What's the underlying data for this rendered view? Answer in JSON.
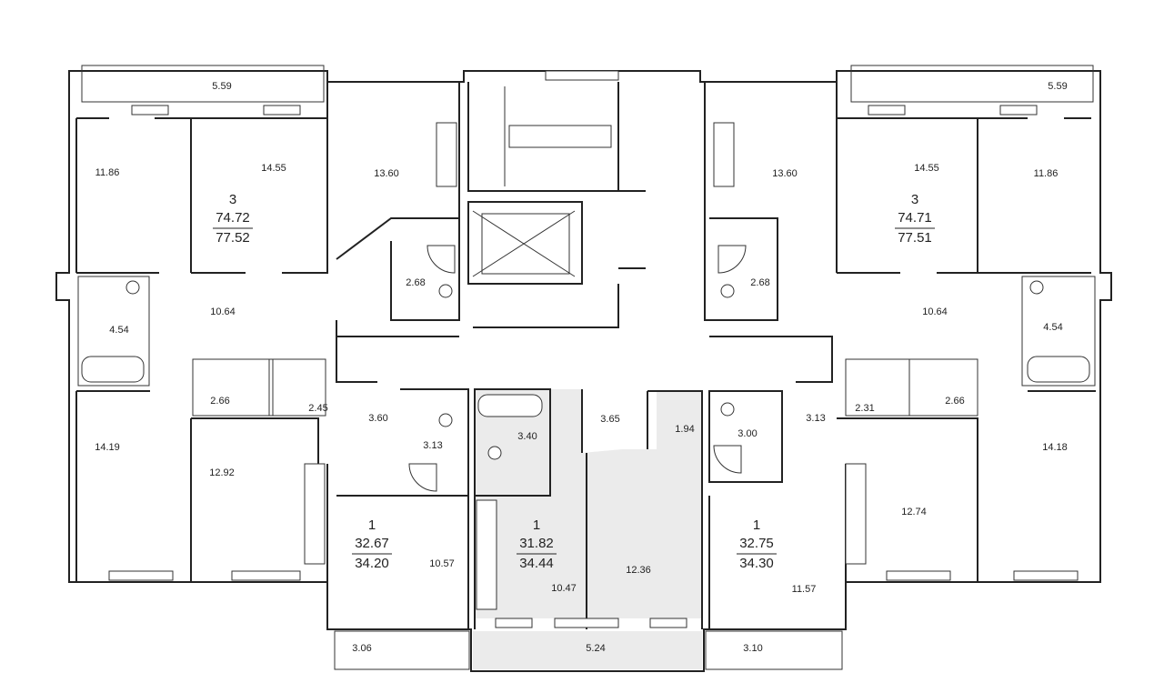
{
  "plan": {
    "colors": {
      "wall": "#222222",
      "highlight": "#ebebeb",
      "background": "#ffffff"
    },
    "rooms": [
      {
        "name": "room-balcony-nw",
        "label": "5.59"
      },
      {
        "name": "room-balcony-ne",
        "label": "5.59"
      },
      {
        "name": "room-bed-nw",
        "label": "11.86"
      },
      {
        "name": "room-bed-nw2",
        "label": "14.55"
      },
      {
        "name": "room-kitchen-n-left",
        "label": "13.60"
      },
      {
        "name": "room-kitchen-n-right",
        "label": "13.60"
      },
      {
        "name": "room-bed-ne2",
        "label": "14.55"
      },
      {
        "name": "room-bed-ne",
        "label": "11.86"
      },
      {
        "name": "room-bath-n-left",
        "label": "2.68"
      },
      {
        "name": "room-bath-n-right",
        "label": "2.68"
      },
      {
        "name": "room-bath-w",
        "label": "4.54"
      },
      {
        "name": "room-bath-e",
        "label": "4.54"
      },
      {
        "name": "room-hall-w",
        "label": "10.64"
      },
      {
        "name": "room-hall-e",
        "label": "10.64"
      },
      {
        "name": "room-closet-w1",
        "label": "2.66"
      },
      {
        "name": "room-closet-w2",
        "label": "2.45"
      },
      {
        "name": "room-closet-e1",
        "label": "2.31"
      },
      {
        "name": "room-closet-e2",
        "label": "2.66"
      },
      {
        "name": "room-bed-sw",
        "label": "14.19"
      },
      {
        "name": "room-bed-se",
        "label": "14.18"
      },
      {
        "name": "room-bed-s-left",
        "label": "12.92"
      },
      {
        "name": "room-bed-s-right",
        "label": "12.74"
      },
      {
        "name": "room-hall-s-left",
        "label": "3.60"
      },
      {
        "name": "room-bath-s-left",
        "label": "3.13"
      },
      {
        "name": "room-bath-s-mid",
        "label": "3.40"
      },
      {
        "name": "room-hall-s-mid",
        "label": "3.65"
      },
      {
        "name": "room-closet-s-mid",
        "label": "1.94"
      },
      {
        "name": "room-bath-s-right",
        "label": "3.00"
      },
      {
        "name": "room-hall-s-right",
        "label": "3.13"
      },
      {
        "name": "room-kitchen-s-left",
        "label": "10.57"
      },
      {
        "name": "room-kitchen-s-mid",
        "label": "10.47"
      },
      {
        "name": "room-living-s-mid",
        "label": "12.36"
      },
      {
        "name": "room-kitchen-s-right",
        "label": "11.57"
      },
      {
        "name": "room-balcony-s-left",
        "label": "3.06"
      },
      {
        "name": "room-balcony-s-mid",
        "label": "5.24"
      },
      {
        "name": "room-balcony-s-right",
        "label": "3.10"
      }
    ],
    "apartments": [
      {
        "name": "apartment-nw",
        "rooms": "3",
        "living_area": "74.72",
        "total_area": "77.52"
      },
      {
        "name": "apartment-ne",
        "rooms": "3",
        "living_area": "74.71",
        "total_area": "77.51"
      },
      {
        "name": "apartment-s-left",
        "rooms": "1",
        "living_area": "32.67",
        "total_area": "34.20"
      },
      {
        "name": "apartment-s-mid",
        "rooms": "1",
        "living_area": "31.82",
        "total_area": "34.44"
      },
      {
        "name": "apartment-s-right",
        "rooms": "1",
        "living_area": "32.75",
        "total_area": "34.30"
      }
    ]
  }
}
